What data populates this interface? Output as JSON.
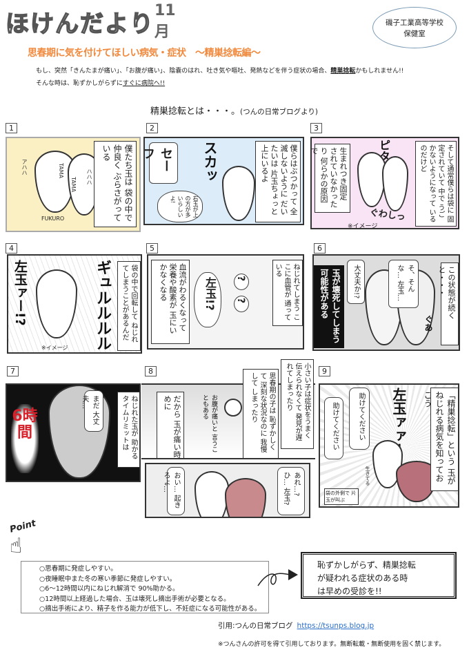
{
  "header": {
    "logo_text": [
      "ほ",
      "け",
      "ん",
      "だ",
      "よ",
      "り"
    ],
    "month": "11月",
    "school": "磯子工業高等学校",
    "office": "保健室"
  },
  "title": "思春期に気を付けてほしい病気・症状　～精巣捻転編～",
  "intro": {
    "line1": "もし、突然「きんたまが痛い」、「お腹が痛い」、陰嚢のはれ、吐き気や嘔吐、発熱などを伴う症状の場合、",
    "line1_em": "精巣捻転",
    "line1_end": "かもしれません!!",
    "line2": "そんな時は、恥ずかしがらずに",
    "line2_em": "すぐに病院へ!!"
  },
  "section_heading": "精巣捻転とは・・・。",
  "section_source": "(つんの日常ブログより)",
  "panels": [
    {
      "num": "1",
      "caption": "僕たち玉は 袋の中で仲良く ぶらさがっている",
      "labels": [
        "アハハ",
        "TAMA",
        "TAMA",
        "ハハハ",
        "FUKURO"
      ]
    },
    {
      "num": "2",
      "caption": "僕らはぶつかって 全滅しないように だいたいは 片玉ちょっと上にいるよ",
      "sfx": "スカッ",
      "bubble": "セーフ",
      "side": "右玉が上の方が多いらしいよ!"
    },
    {
      "num": "3",
      "caption": "そして通常僕らは袋に 固定されていて 中で うごかないようになって いるのだけど",
      "caption2": "生まれつき固定 されていなかったり 何らかの原因で",
      "sfx": "ピタァ",
      "sfx2": "ぐわしっ",
      "note": "※イメージ"
    },
    {
      "num": "4",
      "caption": "袋の中で回転して ねじれてしまうことがあるんだ",
      "sfx": "ギュルルルル",
      "bubble": "左玉ァー!?",
      "note": "※イメージ"
    },
    {
      "num": "5",
      "caption": "ねじれてしまう ここに血管が 通っている",
      "caption2": "血流がわるくなって 栄養や酸素が 玉にいかなくなる",
      "bubble": "左玉!?",
      "q": "?"
    },
    {
      "num": "6",
      "caption": "この状態が続くと・・・",
      "black": "玉が壊死してしまう 可能性がある",
      "bubble": "大丈夫か!?",
      "bubble2": "そ、そんな… 左玉…",
      "sfx": "ぐあ"
    },
    {
      "num": "7",
      "caption": "ねじれた玉が 助かるタイムリミットは",
      "bubble": "まだ 大丈夫…",
      "big": "6時間"
    },
    {
      "num": "8",
      "caption": "小さい子は症状をうまく 伝えられなくて 発見が遅れてしまったり",
      "caption2": "思春期の子は 恥ずかしくて 深刻な状況なのに 我慢して しまったり",
      "caption3": "だから 玉が痛い時のために",
      "kid": "お腹が痛いと 言うこともある",
      "bubble": "あれ…? ひ… 左玉?",
      "bubble2": "おい… 起きろよ…"
    },
    {
      "num": "9",
      "caption": "「精巣捻転」という 玉がねじれる病気を知っておこう",
      "sfx": "左玉ァァー",
      "bubble": "助けてください",
      "bubble2": "助けてください",
      "small": "袋の外側で 片玉が叫ぶ",
      "alive": "生きてる"
    }
  ],
  "point": {
    "label": "Point",
    "items": [
      "○思春期に発症しやすい。",
      "○夜睡眠中また冬の寒い季節に発症しやすい。",
      "○6～12時間以内にねじれ解消で 90%助かる。",
      "○12時間以上経過した場合、玉は壊死し摘出手術が必要となる。",
      "○摘出手術により、精子を作る能力が低下し、不妊症になる可能性がある。"
    ]
  },
  "callout": [
    "恥ずかしがらず、精巣捻転",
    "が疑われる症状のある時",
    "は早めの受診を!!"
  ],
  "citation": {
    "label": "引用:つんの日常ブログ",
    "url": "https://tsunps.blog.jp"
  },
  "permission": "※つんさんの許可を得て引用しております。無断転載・無断使用を固く禁じます。",
  "colors": {
    "title": "#f08a3e",
    "panel1": "#fbf0c4",
    "panel2": "#dcecf8",
    "panel3": "#f8e4f4",
    "red": "#d8202a",
    "link": "#2a6fc9"
  }
}
